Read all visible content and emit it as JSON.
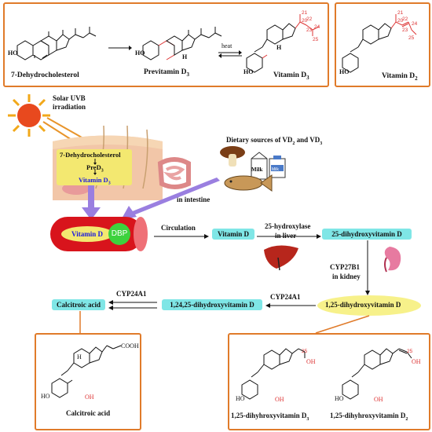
{
  "top_panel": {
    "compound1": "7-Dehydrocholesterol",
    "compound2": "Previtamin D",
    "compound2_sub": "3",
    "heat": "heat",
    "compound3": "Vitamin D",
    "compound3_sub": "3",
    "ho": "HO",
    "h": "H",
    "numbers": [
      "21",
      "20",
      "22",
      "23",
      "24",
      "25"
    ]
  },
  "vd2_panel": {
    "label": "Vitamin D",
    "label_sub": "2",
    "ho": "HO",
    "numbers": [
      "21",
      "20",
      "22",
      "23",
      "24",
      "25"
    ]
  },
  "sun": {
    "text1": "Solar UVB",
    "text2": "irradiation"
  },
  "skin": {
    "line1": "7-Dehydrocholesterol",
    "line2": "PreD",
    "line2_sub": "3",
    "line3": "Vitamin D",
    "line3_sub": "3"
  },
  "dietary": {
    "title": "Dietary sources of VD",
    "title_sub1": "2",
    "title_and": " and VD",
    "title_sub2": "3",
    "milk": "Milk",
    "milk2": "Milk",
    "intestine": "in intestine"
  },
  "vessel": {
    "vitd": "Vitamin D",
    "dbp": "DBP"
  },
  "flow": {
    "circulation": "Circulation",
    "vitamin_d": "Vitamin D",
    "enzyme1": "25-hydroxylase",
    "enzyme1_loc": "in liver",
    "product1": "25-dihydroxyvitamin D",
    "enzyme2": "CYP27B1",
    "enzyme2_loc": "in kidney",
    "product2": "1,25-dihydroxyvitamin D",
    "enzyme3": "CYP24A1",
    "product3": "1,24,25-dihydroxyvitamin D",
    "enzyme4": "CYP24A1",
    "product4": "Calcitroic acid"
  },
  "bottom_left": {
    "label": "Calcitroic acid",
    "cooh": "COOH",
    "ho": "HO",
    "oh": "OH",
    "h": "H"
  },
  "bottom_right": {
    "label1": "1,25-dihyhroxyvitamin D",
    "label1_sub": "3",
    "label2": "1,25-dihyhroxyvitamin D",
    "label2_sub": "2",
    "ho": "HO",
    "oh": "OH",
    "num25": "25"
  },
  "colors": {
    "frame": "#e07b2a",
    "cyan": "#7fe6e6",
    "vessel": "#d8141c",
    "arrow_purple": "#9a7fe0",
    "highlight_yellow": "#f7f18a",
    "blue_text": "#1a1adf"
  }
}
